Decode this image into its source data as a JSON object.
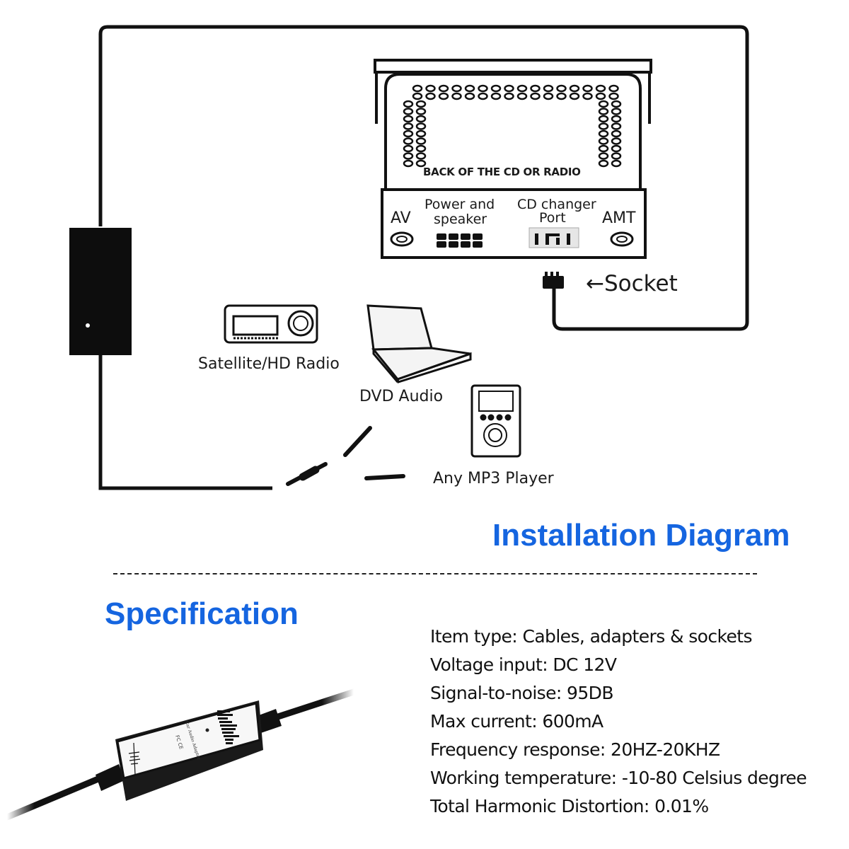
{
  "diagram": {
    "head_unit_label": "BACK OF THE CD OR RADIO",
    "ports": {
      "av": "AV",
      "power_line1": "Power and",
      "power_line2": "speaker",
      "cd_line1": "CD changer",
      "cd_line2": "Port",
      "amt": "AMT"
    },
    "socket_label": "←Socket",
    "devices": [
      {
        "name": "satellite-radio",
        "label": "Satellite/HD Radio"
      },
      {
        "name": "dvd-audio",
        "label": "DVD Audio"
      },
      {
        "name": "mp3-player",
        "label": "Any MP3 Player"
      }
    ]
  },
  "headings": {
    "installation": "Installation Diagram",
    "specification": "Specification"
  },
  "product": {
    "adapter_print": "Car Audio Adapter",
    "marks": "FC CE"
  },
  "specs": [
    "Item type: Cables, adapters & sockets",
    "Voltage input: DC 12V",
    "Signal-to-noise: 95DB",
    "Max current: 600mA",
    "Frequency response: 20HZ-20KHZ",
    "Working temperature: -10-80 Celsius degree",
    "Total Harmonic Distortion: 0.01%"
  ],
  "colors": {
    "heading_blue": "#1565e0",
    "line_black": "#111111"
  }
}
